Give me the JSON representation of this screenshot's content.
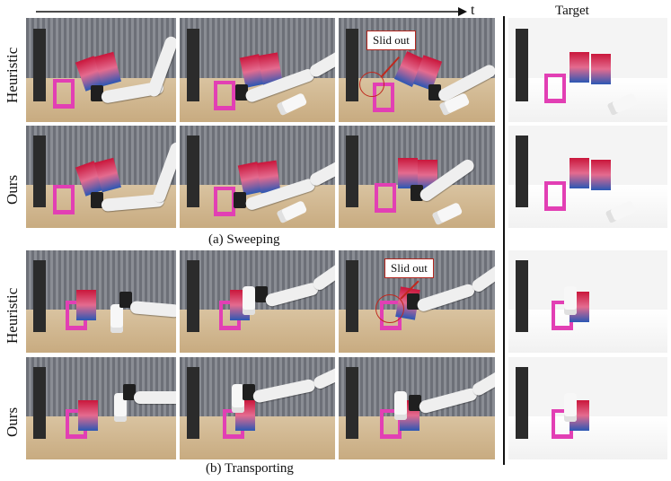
{
  "axis": {
    "time_label": "t"
  },
  "columns": {
    "target_header": "Target"
  },
  "sections": [
    {
      "caption": "(a) Sweeping",
      "rows": [
        {
          "label": "Heuristic"
        },
        {
          "label": "Ours"
        }
      ]
    },
    {
      "caption": "(b) Transporting",
      "rows": [
        {
          "label": "Heuristic"
        },
        {
          "label": "Ours"
        }
      ]
    }
  ],
  "annotations": [
    {
      "text": "Slid out",
      "color": "#c0281e"
    },
    {
      "text": "Slid out",
      "color": "#c0281e"
    }
  ],
  "colors": {
    "holder_pink": "#e23fb4",
    "annotation_red": "#c0281e"
  }
}
